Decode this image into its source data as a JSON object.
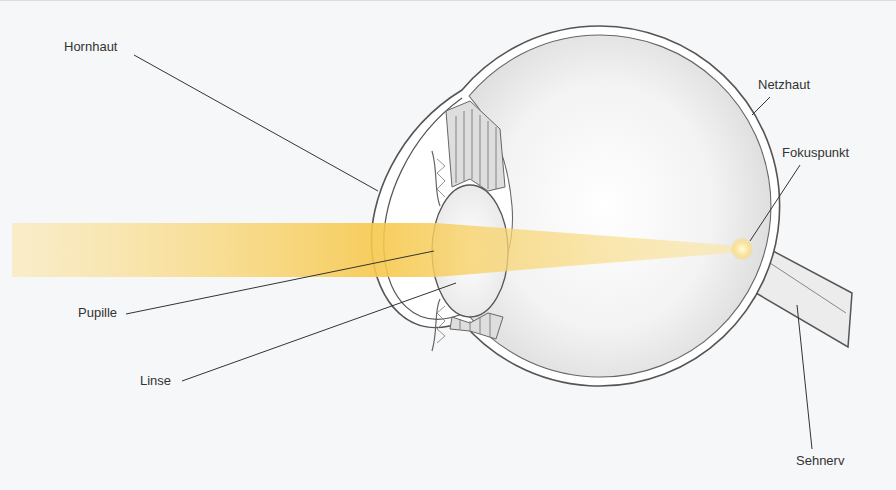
{
  "diagram": {
    "labels": [
      "Hornhaut",
      "Netzhaut",
      "Fokuspunkt",
      "Pupille",
      "Linse",
      "Sehnerv"
    ]
  }
}
